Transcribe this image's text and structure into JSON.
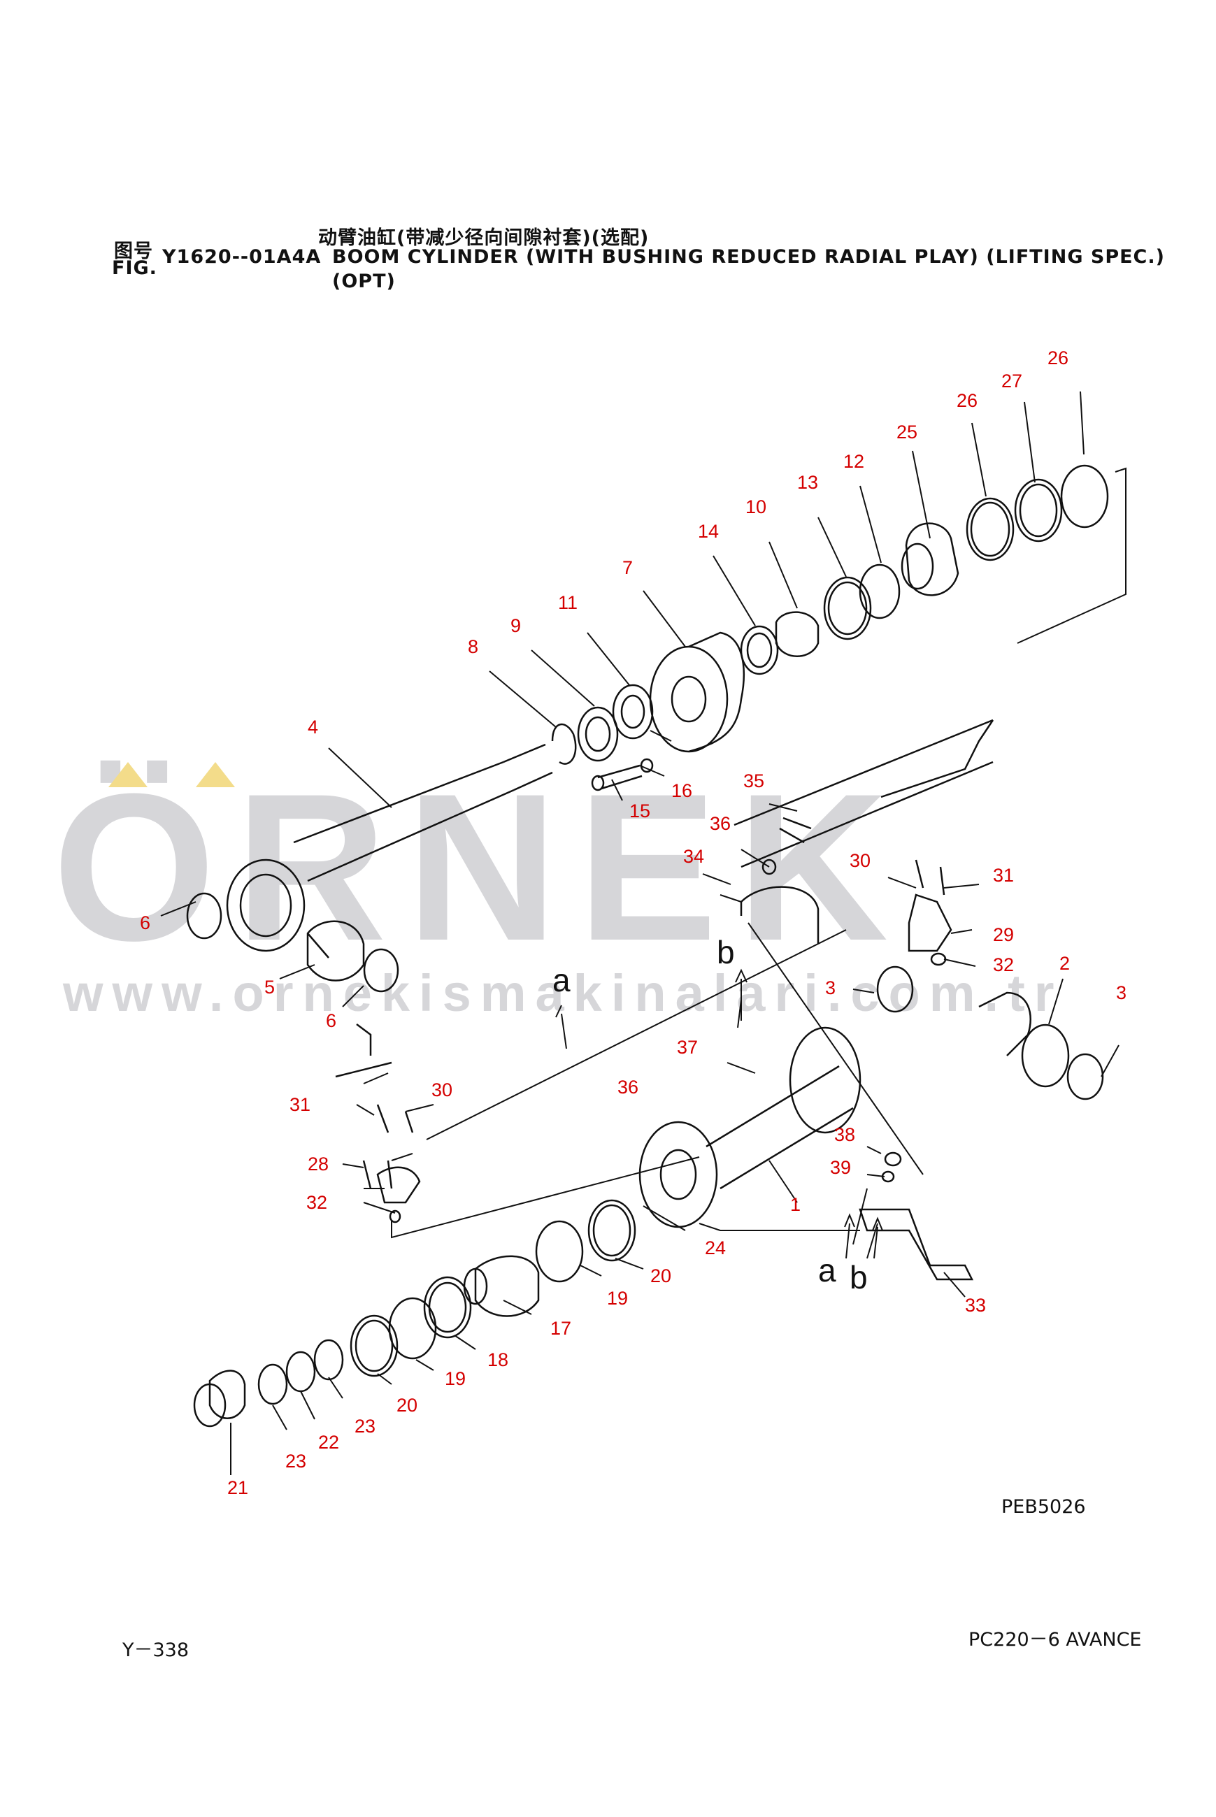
{
  "header": {
    "fig_cn": "图号",
    "fig_en": "FIG.",
    "fig_number": "Y1620--01A4A",
    "title_cn": "动臂油缸(带减少径向间隙衬套)(选配)",
    "title_en": "BOOM CYLINDER (WITH BUSHING REDUCED RADIAL PLAY) (LIFTING SPEC.)",
    "title_opt": "(OPT)"
  },
  "watermark": {
    "brand": "ÖRNEK",
    "url": "www.ornekismakinalari.com.tr"
  },
  "callouts": [
    "26",
    "27",
    "26",
    "25",
    "12",
    "13",
    "10",
    "14",
    "7",
    "11",
    "9",
    "8",
    "4",
    "16",
    "15",
    "6",
    "5",
    "6",
    "35",
    "36",
    "34",
    "30",
    "31",
    "29",
    "32",
    "2",
    "3",
    "3",
    "b",
    "a",
    "37",
    "36",
    "30",
    "31",
    "28",
    "32",
    "38",
    "39",
    "1",
    "24",
    "20",
    "19",
    "17",
    "18",
    "19",
    "20",
    "23",
    "22",
    "23",
    "21",
    "33",
    "a",
    "b"
  ],
  "drawing_code": "PEB5026",
  "footer": {
    "page": "Y－338",
    "model": "PC220－6 AVANCE"
  }
}
